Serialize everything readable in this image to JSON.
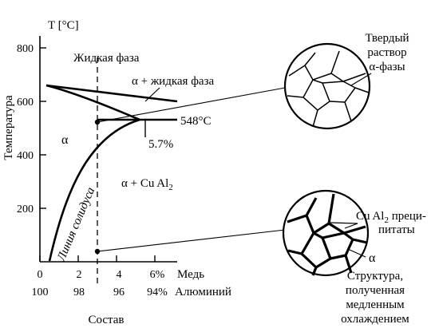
{
  "axes": {
    "y_unit": "T [°C]",
    "y_title": "Температура",
    "y_ticks": [
      "800",
      "600",
      "400",
      "200"
    ],
    "x_title": "Состав",
    "x_ticks_copper": [
      "0",
      "2",
      "4",
      "6%"
    ],
    "x_ticks_aluminum": [
      "100",
      "98",
      "96",
      "94%"
    ],
    "copper_label": "Медь",
    "aluminum_label": "Алюминий"
  },
  "regions": {
    "liquid": "Жидкая фаза",
    "alpha_liquid": "α + жидкая фаза",
    "alpha": "α",
    "alpha_cual2": "α + Cu Al",
    "alpha_cual2_sub": "2"
  },
  "annotations": {
    "eutectic_temp": "548°C",
    "max_solubility": "5.7%",
    "solidus_label": "Линия солидуса"
  },
  "structures": {
    "top": {
      "label_lines": [
        "Твердый",
        "раствор",
        "α-фазы"
      ]
    },
    "bottom": {
      "precip_line1_a": "Cu Al",
      "precip_line1_sub": "2",
      "precip_line1_b": " преци-",
      "precip_line2": "питаты",
      "alpha_label": "α",
      "caption_lines": [
        "Структура,",
        "полученная",
        "медленным",
        "охлаждением"
      ]
    }
  }
}
